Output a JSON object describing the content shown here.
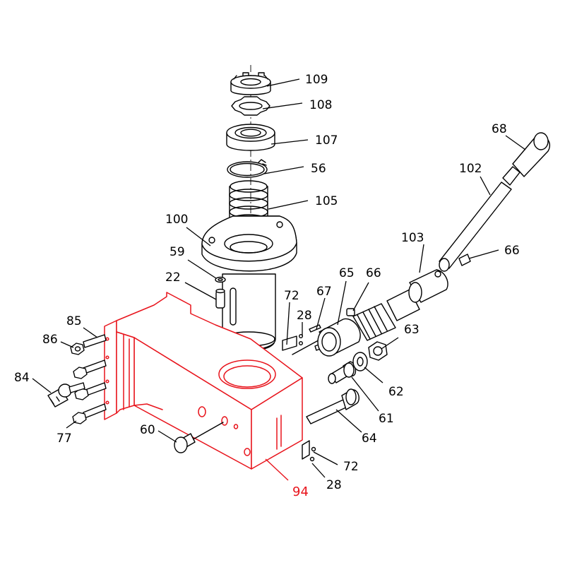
{
  "diagram": {
    "highlight_color": "#e8141c",
    "line_color": "#000000",
    "callouts": [
      {
        "id": "c109",
        "label": "109"
      },
      {
        "id": "c108",
        "label": "108"
      },
      {
        "id": "c107",
        "label": "107"
      },
      {
        "id": "c56",
        "label": "56"
      },
      {
        "id": "c105",
        "label": "105"
      },
      {
        "id": "c100",
        "label": "100"
      },
      {
        "id": "c59",
        "label": "59"
      },
      {
        "id": "c22",
        "label": "22"
      },
      {
        "id": "c68",
        "label": "68"
      },
      {
        "id": "c102",
        "label": "102"
      },
      {
        "id": "c103",
        "label": "103"
      },
      {
        "id": "c66a",
        "label": "66"
      },
      {
        "id": "c65",
        "label": "65"
      },
      {
        "id": "c66b",
        "label": "66"
      },
      {
        "id": "c67",
        "label": "67"
      },
      {
        "id": "c72a",
        "label": "72"
      },
      {
        "id": "c28a",
        "label": "28"
      },
      {
        "id": "c63",
        "label": "63"
      },
      {
        "id": "c62",
        "label": "62"
      },
      {
        "id": "c61",
        "label": "61"
      },
      {
        "id": "c64",
        "label": "64"
      },
      {
        "id": "c72b",
        "label": "72"
      },
      {
        "id": "c28b",
        "label": "28"
      },
      {
        "id": "c94",
        "label": "94"
      },
      {
        "id": "c85",
        "label": "85"
      },
      {
        "id": "c86",
        "label": "86"
      },
      {
        "id": "c84",
        "label": "84"
      },
      {
        "id": "c77",
        "label": "77"
      },
      {
        "id": "c60",
        "label": "60"
      }
    ]
  }
}
